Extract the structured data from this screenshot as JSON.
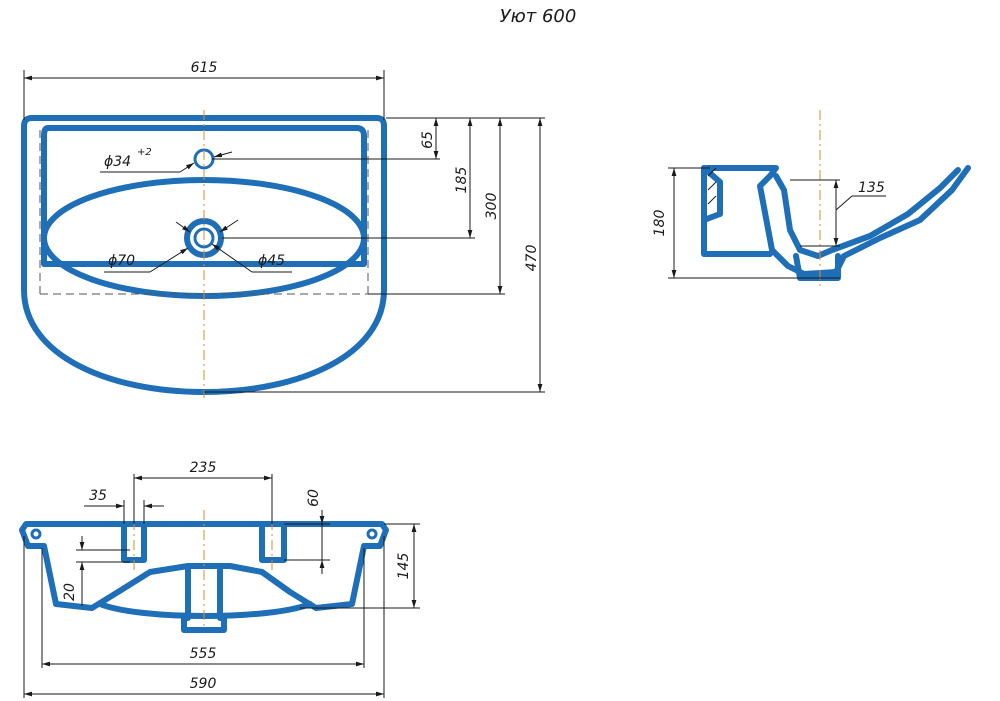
{
  "title": "Уют 600",
  "top_view": {
    "overall_width": "615",
    "faucet_hole": "ϕ34",
    "faucet_hole_tol": "+2",
    "drain_outer": "ϕ70",
    "drain_inner": "ϕ45",
    "dim_65": "65",
    "dim_185": "185",
    "dim_300": "300",
    "dim_470": "470"
  },
  "side_view": {
    "height": "180",
    "depth": "135"
  },
  "bottom_view": {
    "mount_spacing": "235",
    "mount_width": "35",
    "mount_height": "60",
    "height_145": "145",
    "dim_20": "20",
    "inner_width": "555",
    "outer_width": "590"
  }
}
